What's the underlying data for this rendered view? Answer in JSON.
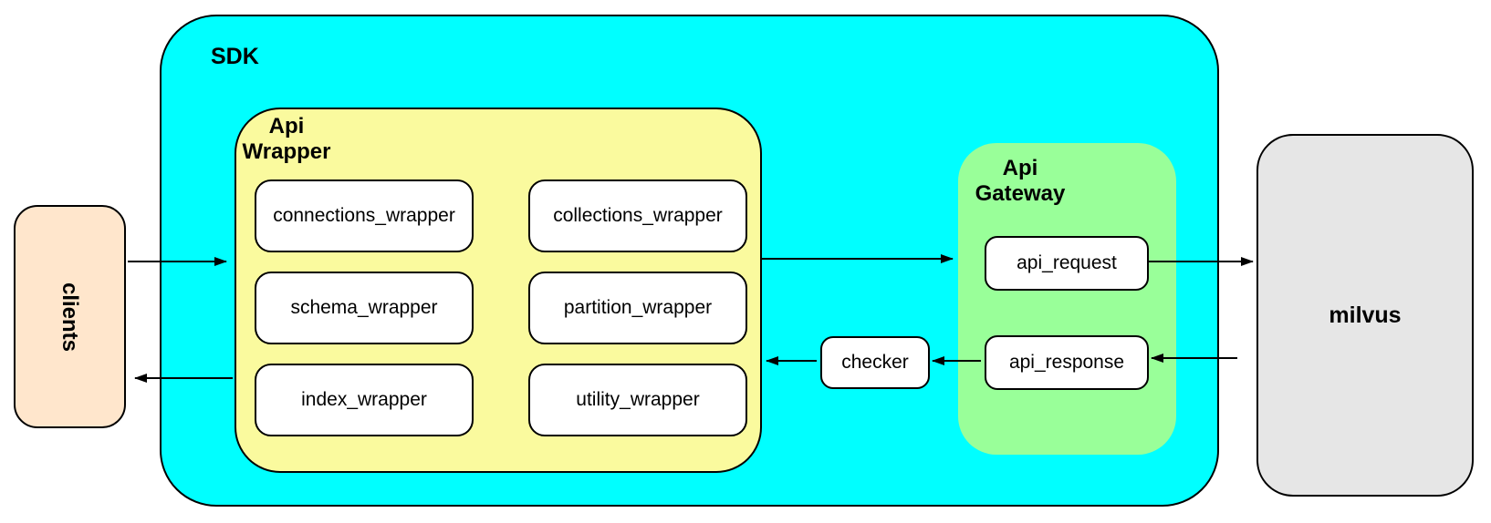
{
  "clients": {
    "label": "clients"
  },
  "sdk": {
    "label": "SDK",
    "api_wrapper": {
      "label": "Api\nWrapper",
      "modules": [
        "connections_wrapper",
        "collections_wrapper",
        "schema_wrapper",
        "partition_wrapper",
        "index_wrapper",
        "utility_wrapper"
      ]
    },
    "checker": {
      "label": "checker"
    },
    "api_gateway": {
      "label": "Api\nGateway",
      "request_label": "api_request",
      "response_label": "api_response"
    }
  },
  "milvus": {
    "label": "milvus"
  },
  "colors": {
    "sdk_fill": "#00FFFF",
    "api_wrapper_fill": "#FAFA9E",
    "api_gateway_fill": "#99FF99",
    "clients_fill": "#FFE6CC",
    "milvus_fill": "#E6E6E6",
    "node_fill": "#FFFFFF",
    "border": "#000000"
  }
}
